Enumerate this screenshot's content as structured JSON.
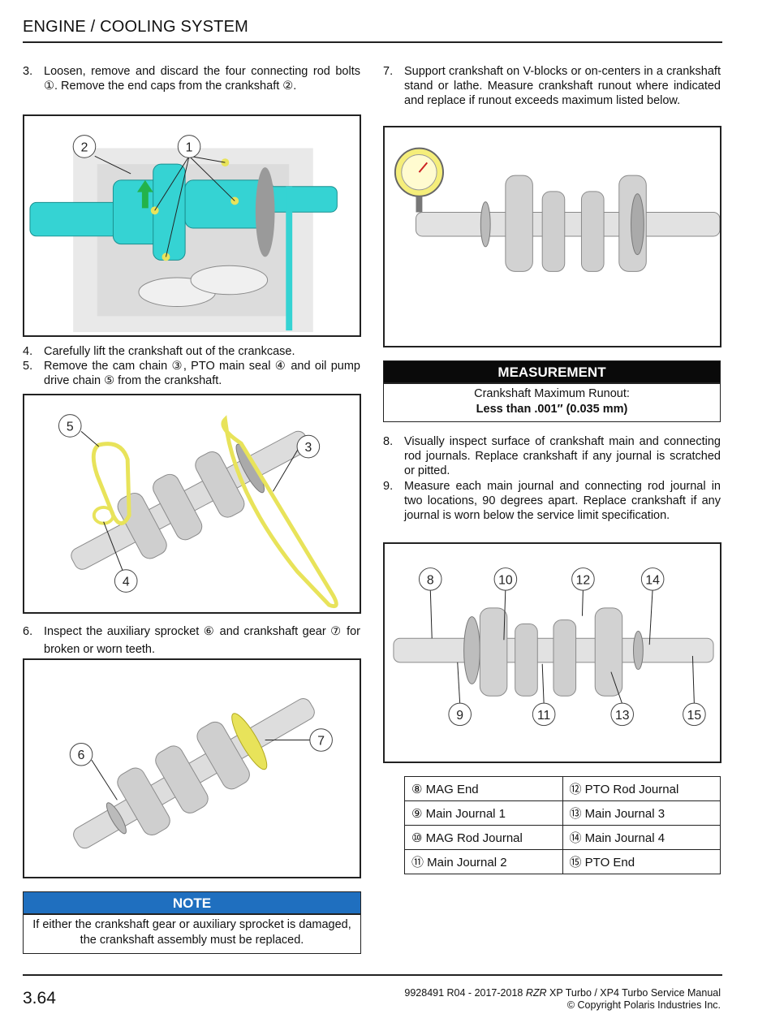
{
  "header": {
    "title": "ENGINE / COOLING SYSTEM"
  },
  "steps": {
    "s3": {
      "num": "3.",
      "text": "Loosen, remove and discard the four connecting rod bolts ①. Remove the end caps from the crankshaft ②."
    },
    "s4": {
      "num": "4.",
      "text": "Carefully lift the crankshaft out of the crankcase."
    },
    "s5": {
      "num": "5.",
      "text": "Remove the cam chain ③, PTO main seal ④ and oil pump drive chain ⑤ from the crankshaft."
    },
    "s6": {
      "num": "6.",
      "text": "Inspect the auxiliary sprocket ⑥ and crankshaft gear ⑦ for broken or worn teeth."
    },
    "s7": {
      "num": "7.",
      "text": "Support crankshaft on V-blocks or on-centers in a crankshaft stand or lathe. Measure crankshaft runout where indicated and replace if runout exceeds maximum listed below."
    },
    "s8": {
      "num": "8.",
      "text": "Visually inspect surface of crankshaft main and connecting rod journals. Replace crankshaft if any journal is scratched or pitted."
    },
    "s9": {
      "num": "9.",
      "text": "Measure each main journal and connecting rod journal in two locations, 90 degrees apart. Replace crankshaft if any journal is worn below the service limit specification."
    }
  },
  "figures": {
    "fig1": {
      "callouts": [
        "2",
        "1"
      ]
    },
    "fig2": {
      "callouts": [
        "5",
        "3",
        "4"
      ]
    },
    "fig3": {
      "callouts": [
        "6",
        "7"
      ]
    },
    "fig5": {
      "callouts": [
        "8",
        "10",
        "12",
        "14",
        "9",
        "11",
        "13",
        "15"
      ]
    }
  },
  "measurement": {
    "heading": "MEASUREMENT",
    "label": "Crankshaft Maximum Runout:",
    "value": "Less than .001″ (0.035 mm)"
  },
  "legend": [
    [
      "⑧ MAG End",
      "⑫ PTO Rod Journal"
    ],
    [
      "⑨ Main Journal 1",
      "⑬ Main Journal 3"
    ],
    [
      "⑩ MAG Rod Journal",
      "⑭ Main Journal 4"
    ],
    [
      "⑪ Main Journal 2",
      "⑮ PTO End"
    ]
  ],
  "note": {
    "heading": "NOTE",
    "text": "If either the crankshaft gear or auxiliary sprocket is damaged, the crankshaft assembly must be replaced."
  },
  "footer": {
    "page": "3.64",
    "doc_prefix": "9928491 R04 - 2017-2018 ",
    "doc_model": "RZR",
    "doc_suffix": " XP Turbo / XP4 Turbo Service Manual",
    "copyright": "© Copyright Polaris Industries Inc."
  },
  "colors": {
    "note_blue": "#1f6fbf",
    "measurement_black": "#0a0a0a",
    "highlight_cyan": "#35d3d3",
    "highlight_yellow": "#e8e35a"
  }
}
